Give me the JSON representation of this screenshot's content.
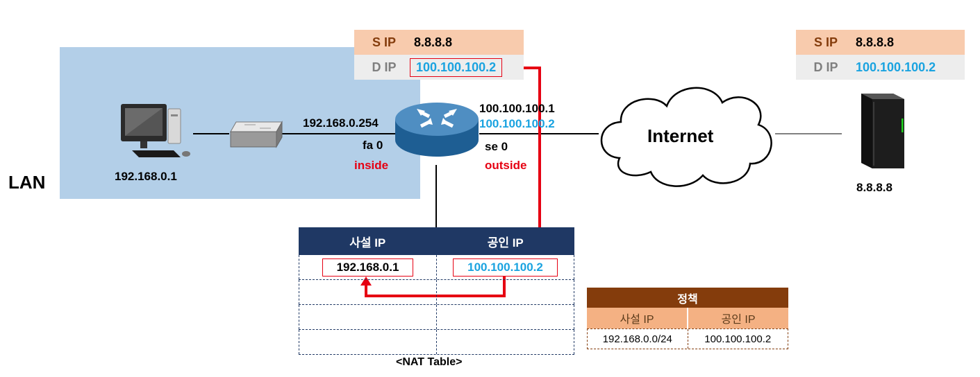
{
  "lan": {
    "label": "LAN"
  },
  "pc": {
    "ip": "192.168.0.1"
  },
  "router": {
    "inside_ip": "192.168.0.254",
    "inside_iface": "fa 0",
    "inside_label": "inside",
    "outside_ip": "100.100.100.1",
    "outside_nat_ip": "100.100.100.2",
    "outside_iface": "se 0",
    "outside_label": "outside"
  },
  "internet": {
    "label": "Internet"
  },
  "server": {
    "ip": "8.8.8.8"
  },
  "packet_left": {
    "s_key": "S IP",
    "s_val": "8.8.8.8",
    "d_key": "D IP",
    "d_val": "100.100.100.2"
  },
  "packet_right": {
    "s_key": "S IP",
    "s_val": "8.8.8.8",
    "d_key": "D IP",
    "d_val": "100.100.100.2"
  },
  "nat_table": {
    "headers": [
      "사설 IP",
      "공인 IP"
    ],
    "row1": [
      "192.168.0.1",
      "100.100.100.2"
    ],
    "caption": "<NAT Table>"
  },
  "policy": {
    "title": "정책",
    "headers": [
      "사설 IP",
      "공인 IP"
    ],
    "row": [
      "192.168.0.0/24",
      "100.100.100.2"
    ]
  },
  "colors": {
    "lan_bg": "#b3cfe8",
    "nat_header": "#1f3864",
    "policy_title": "#843c0c",
    "policy_header": "#f4b183",
    "arrow": "#e60012",
    "ip_highlight": "#1aa3e0"
  }
}
